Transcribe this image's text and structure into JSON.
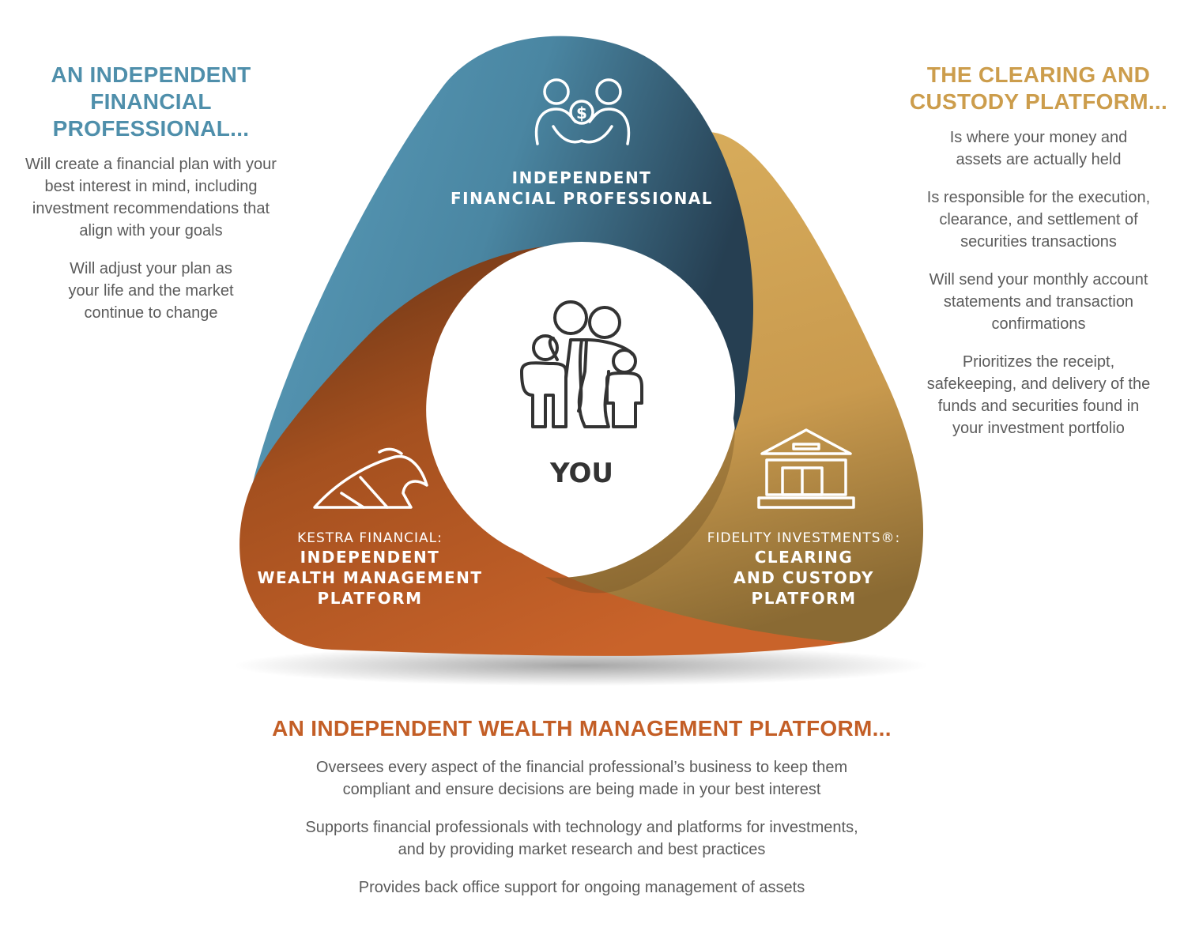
{
  "left_panel": {
    "heading_lines": [
      "AN INDEPENDENT",
      "FINANCIAL",
      "PROFESSIONAL..."
    ],
    "paragraphs": [
      [
        "Will create a financial plan with your",
        "best interest in mind, including",
        "investment recommendations that",
        "align with your goals"
      ],
      [
        "Will adjust your plan as",
        "your life and the market",
        "continue to change"
      ]
    ]
  },
  "right_panel": {
    "heading_lines": [
      "THE CLEARING AND",
      "CUSTODY PLATFORM..."
    ],
    "paragraphs": [
      [
        "Is where your money and",
        "assets are actually held"
      ],
      [
        "Is responsible for the execution,",
        "clearance, and settlement of",
        "securities transactions"
      ],
      [
        "Will send your monthly account",
        "statements and transaction",
        "confirmations"
      ],
      [
        "Prioritizes the receipt,",
        "safekeeping, and delivery of the",
        "funds and securities found in",
        "your investment portfolio"
      ]
    ]
  },
  "bottom_panel": {
    "heading": "AN INDEPENDENT WEALTH MANAGEMENT PLATFORM...",
    "paragraphs": [
      [
        "Oversees every aspect of the financial professional’s business to keep them",
        "compliant and ensure decisions are being made in your best interest"
      ],
      [
        "Supports financial professionals with technology and platforms for investments,",
        "and by providing market research and best practices"
      ],
      [
        "Provides back office support for ongoing management of assets"
      ]
    ]
  },
  "diagram": {
    "center_label": "YOU",
    "top_segment": {
      "line1": "INDEPENDENT",
      "line2": "FINANCIAL PROFESSIONAL"
    },
    "left_segment": {
      "prefix": "KESTRA FINANCIAL:",
      "line1": "INDEPENDENT",
      "line2": "WEALTH MANAGEMENT",
      "line3": "PLATFORM"
    },
    "right_segment": {
      "prefix": "FIDELITY INVESTMENTS®:",
      "line1": "CLEARING",
      "line2": "AND CUSTODY",
      "line3": "PLATFORM"
    },
    "icons": [
      "handshake-dollar-icon",
      "family-icon",
      "bank-building-icon",
      "kestra-bird-logo"
    ]
  },
  "colors": {
    "blue": "#4f8fab",
    "blue_dark": "#2a475c",
    "gold": "#cc9d4c",
    "orange": "#c35e26",
    "brown_dark": "#6a3617",
    "text": "#5b5b5b"
  }
}
